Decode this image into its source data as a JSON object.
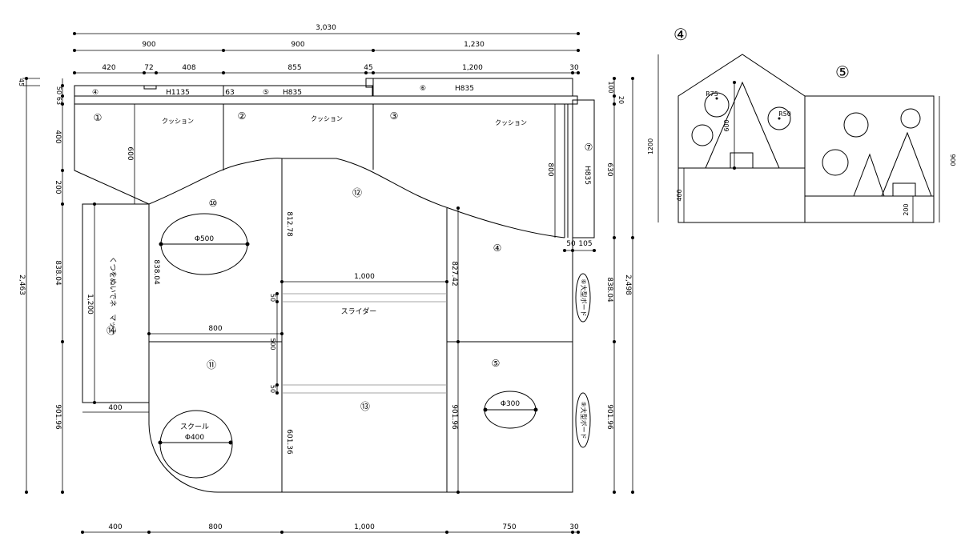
{
  "top_dims": {
    "overall": "3,030",
    "row1": [
      "900",
      "900",
      "1,230"
    ],
    "row2": [
      "420",
      "72",
      "408",
      "855",
      "45",
      "1,200",
      "30"
    ]
  },
  "bottom_dims": [
    "400",
    "800",
    "1,000",
    "750",
    "30"
  ],
  "left_dims": {
    "small": [
      "45",
      "50",
      "63",
      "400",
      "200"
    ],
    "tall": [
      "838.04",
      "901.96"
    ],
    "total": "2,463"
  },
  "right_dims": {
    "small": [
      "100",
      "20",
      "630"
    ],
    "mid": [
      "838.04",
      "901.96"
    ],
    "total": "2,498"
  },
  "strips": {
    "s4": "④",
    "s4_h": "H1135",
    "s63": "63",
    "s5": "⑤",
    "s5_h": "H835",
    "s6": "⑥",
    "s6_h": "H835"
  },
  "cushions": {
    "c1": "①",
    "c2": "②",
    "c3": "③",
    "label": "クッション"
  },
  "right_column": {
    "num": "⑦",
    "h": "H835",
    "d600": "600",
    "d800": "800",
    "d50": "50",
    "d105": "105"
  },
  "panels": {
    "p10": "⑩",
    "hole500": "Φ500",
    "d838": "838.04",
    "d812": "812.78",
    "p12": "⑫",
    "d1000": "1,000",
    "d827": "827.42",
    "p14": "⑭",
    "d800": "800",
    "d50a": "50",
    "d500": "500",
    "d50b": "50",
    "slider": "スライダー",
    "p13": "⑬",
    "d601": "601.36",
    "p11": "⑪",
    "school": "スクール",
    "hole400": "Φ400",
    "p4": "④",
    "p5": "⑤",
    "hole300": "Φ300",
    "d901": "901.96",
    "shelf_label": "くつをぬいでネ　マット",
    "shelf_1200": "1,200",
    "shelf_400": "400",
    "tag_upper": "⑥大型ボード",
    "tag_lower": "⑨大型ボード"
  },
  "inset": {
    "n4": "④",
    "n5": "⑤",
    "r75": "R75",
    "r50": "R50",
    "d600": "600",
    "d1200": "1200",
    "d400": "400",
    "d900": "900",
    "d200": "200"
  }
}
